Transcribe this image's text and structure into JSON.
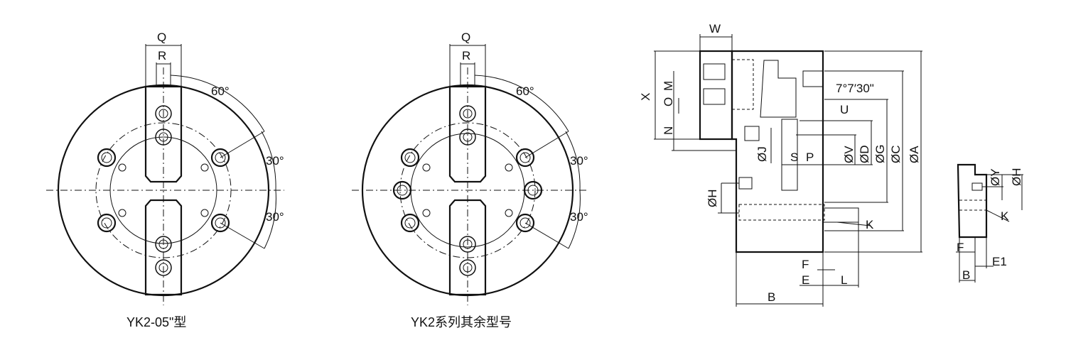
{
  "colors": {
    "ink": "#111111",
    "paper": "#ffffff"
  },
  "view1": {
    "caption": "YK2-05\"型",
    "label_q": "Q",
    "label_r": "R",
    "angle_top": "60°",
    "angle_mid": "30°",
    "angle_low": "30°"
  },
  "view2": {
    "caption": "YK2系列其余型号",
    "label_q": "Q",
    "label_r": "R",
    "angle_top": "60°",
    "angle_mid": "30°",
    "angle_low": "30°"
  },
  "view3": {
    "w": "W",
    "x": "X",
    "m": "M",
    "o": "O",
    "n": "N",
    "angle": "7°7′30\"",
    "u": "U",
    "oj": "ØJ",
    "s": "S",
    "p": "P",
    "ov": "ØV",
    "od": "ØD",
    "og": "ØG",
    "oc": "ØC",
    "oa": "ØA",
    "oh": "ØH",
    "k": "K",
    "f": "F",
    "e": "E",
    "l": "L",
    "b": "B"
  },
  "view4": {
    "oy": "ØY",
    "oh": "ØH",
    "k": "K",
    "f": "F",
    "e1": "E1",
    "b": "B"
  }
}
